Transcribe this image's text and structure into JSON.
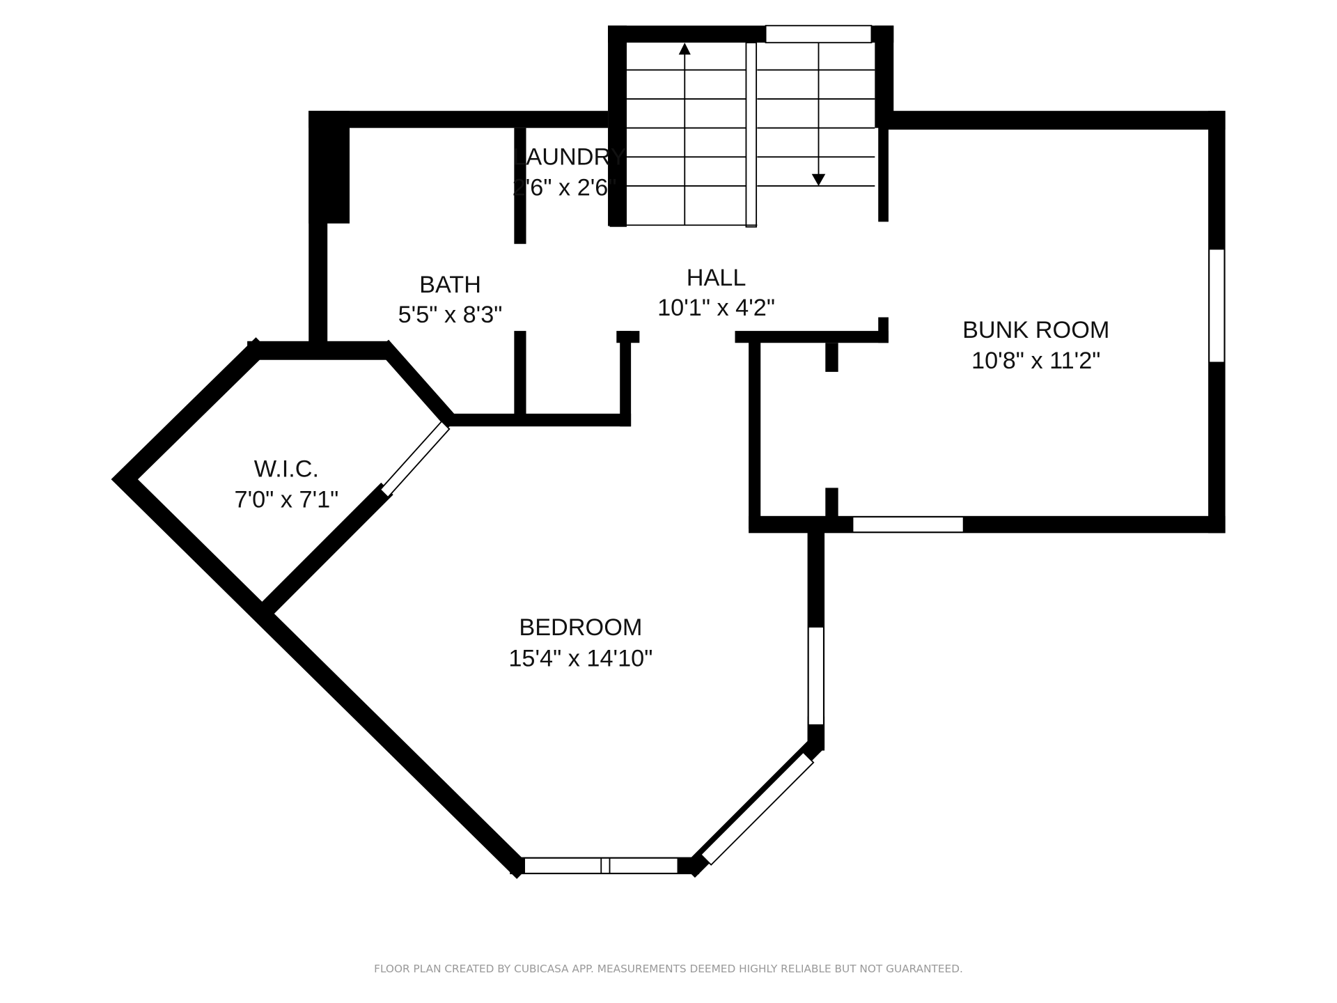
{
  "rooms": [
    {
      "name": "LAUNDRY",
      "size": "2'6\" x 2'6\""
    },
    {
      "name": "BATH",
      "size": "5'5\" x 8'3\""
    },
    {
      "name": "HALL",
      "size": "10'1\" x 4'2\""
    },
    {
      "name": "BUNK ROOM",
      "size": "10'8\" x 11'2\""
    },
    {
      "name": "W.I.C.",
      "size": "7'0\" x 7'1\""
    },
    {
      "name": "BEDROOM",
      "size": "15'4\" x 14'10\""
    }
  ],
  "footer": "FLOOR PLAN CREATED BY CUBICASA APP. MEASUREMENTS DEEMED HIGHLY RELIABLE BUT NOT GUARANTEED."
}
